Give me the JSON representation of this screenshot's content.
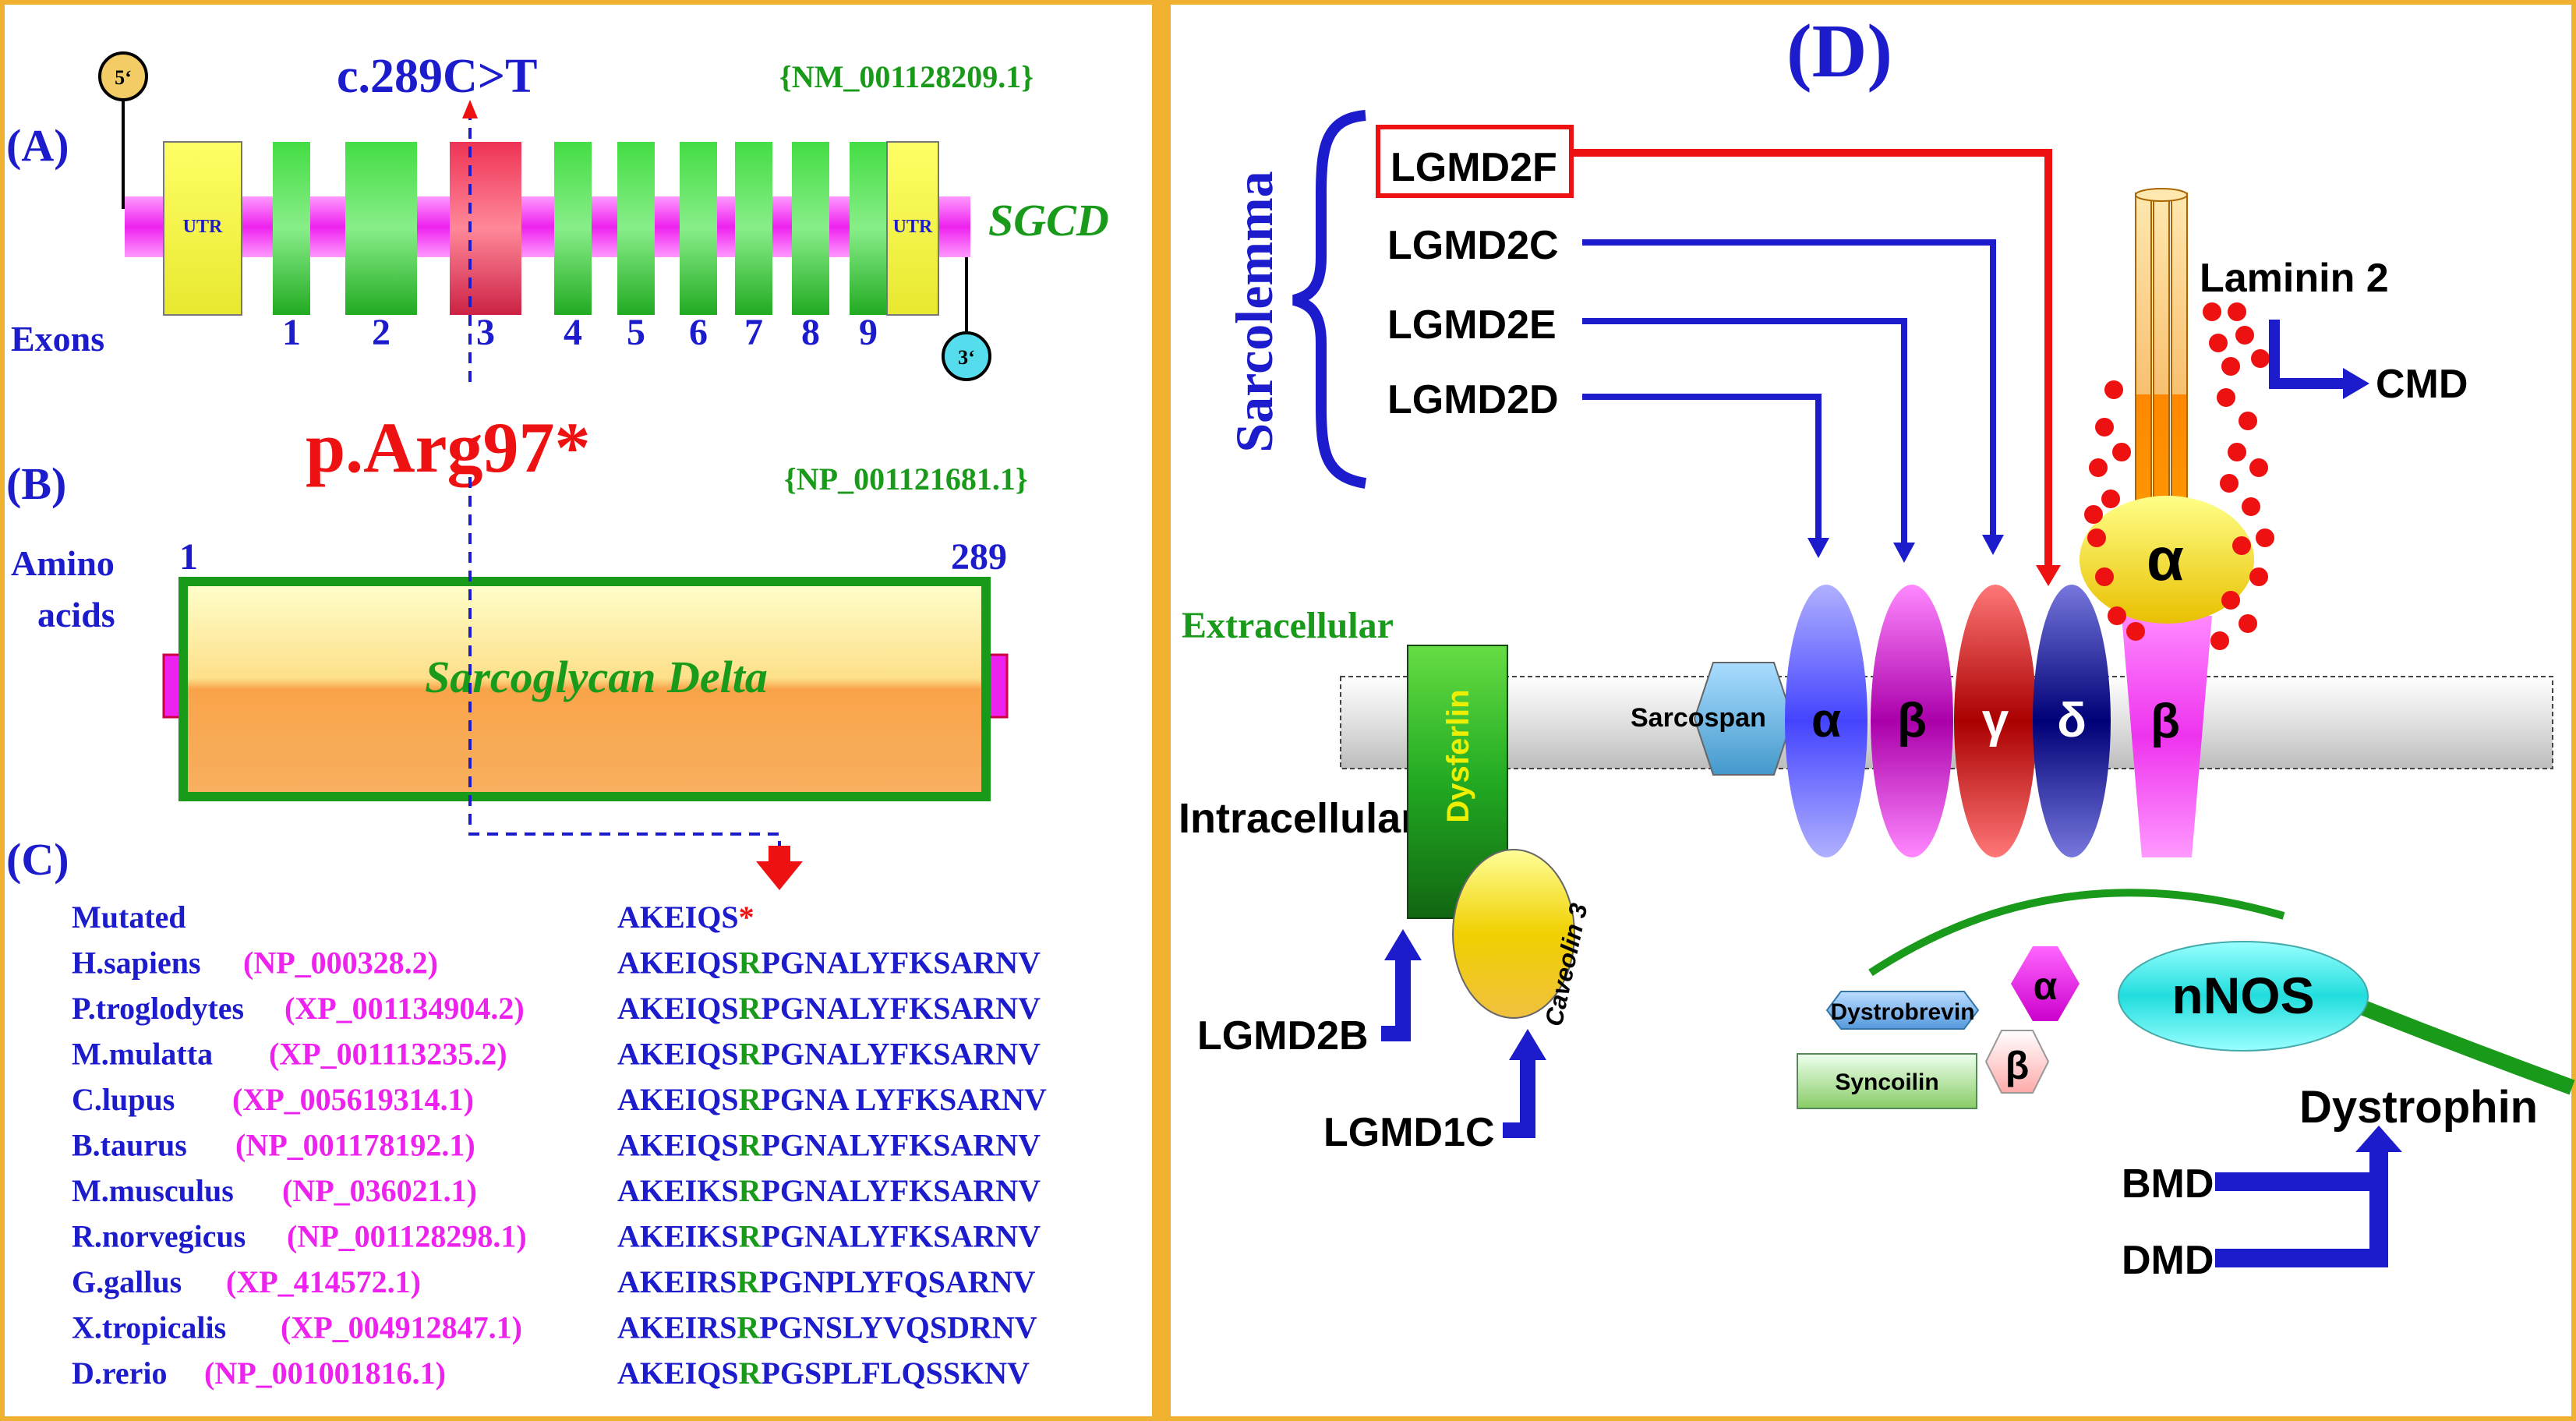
{
  "panelA": {
    "label": "(A)",
    "mutation": "c.289C>T",
    "refseq": "{NM_001128209.1}",
    "gene": "SGCD",
    "exons_label": "Exons",
    "five_prime": "5‘",
    "three_prime": "3‘",
    "utr_left": "UTR",
    "utr_right": "UTR",
    "exon_numbers": [
      "1",
      "2",
      "3",
      "4",
      "5",
      "6",
      "7",
      "8",
      "9"
    ]
  },
  "protein_change": "p.Arg97*",
  "panelB": {
    "label": "(B)",
    "refseq": "{NP_001121681.1}",
    "amino_label_1": "Amino",
    "amino_label_2": "acids",
    "start": "1",
    "end": "289",
    "protein_name": "Sarcoglycan Delta"
  },
  "panelC": {
    "label": "(C)",
    "rows": [
      {
        "species": "Mutated",
        "accession": "",
        "pre": "AKEIQS",
        "mid": "",
        "post": "",
        "stop": "*"
      },
      {
        "species": "H.sapiens",
        "accession": "(NP_000328.2)",
        "pre": "AKEIQS",
        "mid": "R",
        "post": "PGNALYFKSARNV",
        "stop": ""
      },
      {
        "species": "P.troglodytes",
        "accession": "(XP_001134904.2)",
        "pre": "AKEIQS",
        "mid": "R",
        "post": "PGNALYFKSARNV",
        "stop": ""
      },
      {
        "species": "M.mulatta",
        "accession": "(XP_001113235.2)",
        "pre": "AKEIQS",
        "mid": "R",
        "post": "PGNALYFKSARNV",
        "stop": ""
      },
      {
        "species": "C.lupus",
        "accession": "(XP_005619314.1)",
        "pre": "AKEIQS",
        "mid": "R",
        "post": "PGNA LYFKSARNV",
        "stop": ""
      },
      {
        "species": "B.taurus",
        "accession": "(NP_001178192.1)",
        "pre": "AKEIQS",
        "mid": "R",
        "post": "PGNALYFKSARNV",
        "stop": ""
      },
      {
        "species": "M.musculus",
        "accession": "(NP_036021.1)",
        "pre": "AKEIKS",
        "mid": "R",
        "post": "PGNALYFKSARNV",
        "stop": ""
      },
      {
        "species": "R.norvegicus",
        "accession": "(NP_001128298.1)",
        "pre": "AKEIKS",
        "mid": "R",
        "post": "PGNALYFKSARNV",
        "stop": ""
      },
      {
        "species": "G.gallus",
        "accession": "(XP_414572.1)",
        "pre": "AKEIRS",
        "mid": "R",
        "post": "PGNPLYFQSARNV",
        "stop": ""
      },
      {
        "species": "X.tropicalis",
        "accession": "(XP_004912847.1)",
        "pre": "AKEIRS",
        "mid": "R",
        "post": "PGNSLYVQSDRNV",
        "stop": ""
      },
      {
        "species": "D.rerio",
        "accession": "(NP_001001816.1)",
        "pre": "AKEIQS",
        "mid": "R",
        "post": "PGSPLFLQSSKNV",
        "stop": ""
      }
    ]
  },
  "panelD": {
    "label": "(D)",
    "sarcolemma": "Sarcolemma",
    "lgmd": [
      "LGMD2F",
      "LGMD2C",
      "LGMD2E",
      "LGMD2D"
    ],
    "laminin": "Laminin 2",
    "cmd": "CMD",
    "extracellular": "Extracellular",
    "intracellular": "Intracellular",
    "dysferlin": "Dysferlin",
    "caveolin": "Caveolin 3",
    "sarcospan": "Sarcospan",
    "glycans": [
      "α",
      "β",
      "γ",
      "δ"
    ],
    "dystroglycan_alpha": "α",
    "dystroglycan_beta": "β",
    "lgmd2b": "LGMD2B",
    "lgmd1c": "LGMD1C",
    "nnos": "nNOS",
    "syntrophin_alpha": "α",
    "syntrophin_beta": "β",
    "dystrobrevin": "Dystrobrevin",
    "syncoilin": "Syncoilin",
    "dystrophin": "Dystrophin",
    "bmd": "BMD",
    "dmd": "DMD"
  },
  "colors": {
    "border": "#f0b030",
    "blue": "#1c1ccc",
    "green": "#1a9a1a",
    "red": "#ee1111",
    "magenta": "#ee22ee"
  }
}
